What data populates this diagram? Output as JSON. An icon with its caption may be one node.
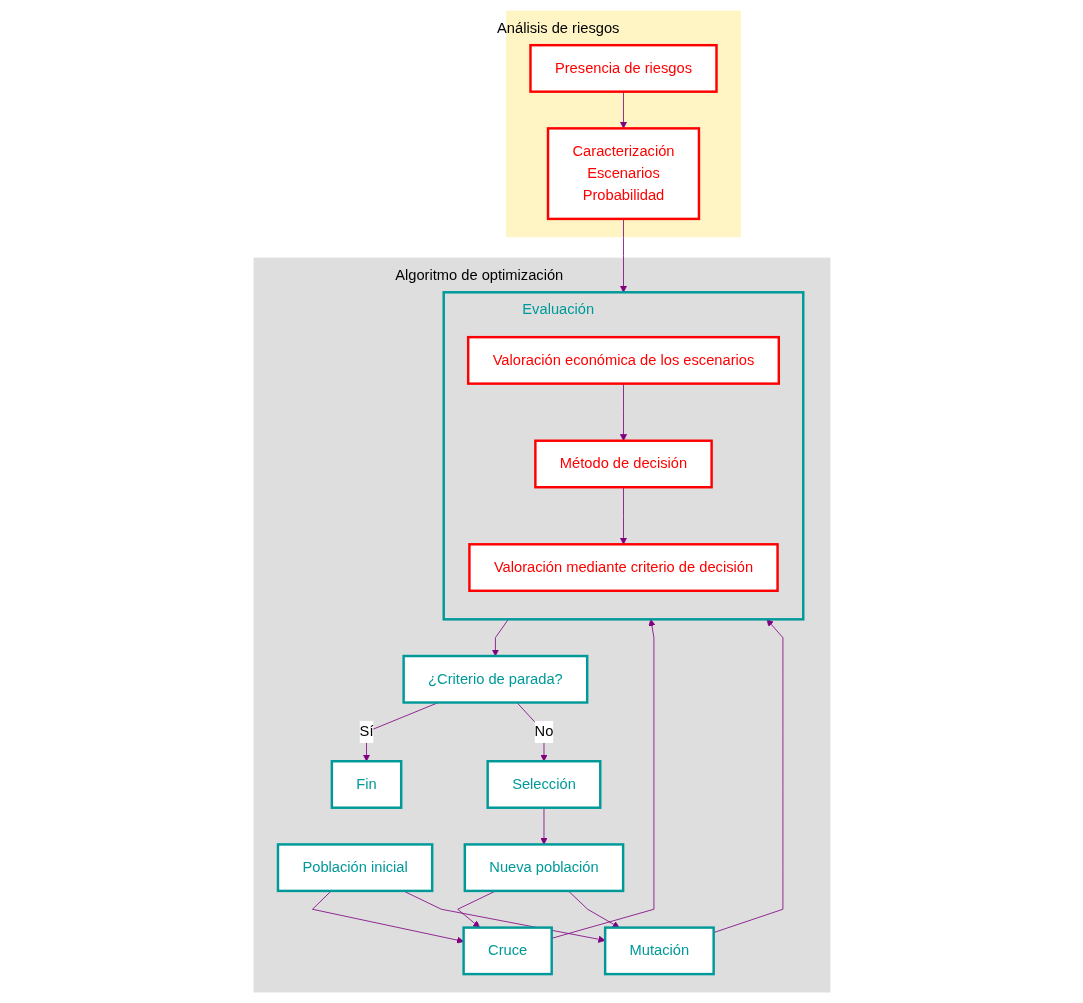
{
  "diagram": {
    "nodes": [
      {
        "text": [
          "Algoritmo de optimización"
        ]
      },
      {
        "text": [
          "Población inicial"
        ],
        "in": 0
      },
      {
        "text": [
          "Cruce"
        ],
        "in": 0
      },
      {
        "text": [
          "Mutación"
        ],
        "in": 0
      },
      {
        "text": [
          "Evaluación"
        ],
        "in": 0
      },
      {
        "text": [
          "Valoración económica de los escenarios"
        ],
        "in": 4
      },
      {
        "text": [
          "Método de decisión"
        ],
        "in": 4
      },
      {
        "text": [
          "Valoración mediante criterio de decisión"
        ],
        "in": 4
      },
      {
        "text": [
          "¿Criterio de parada?"
        ],
        "in": 0
      },
      {
        "text": [
          "Fin"
        ],
        "in": 0
      },
      {
        "text": [
          "Selección"
        ],
        "in": 0
      },
      {
        "text": [
          "Nueva población"
        ],
        "in": 0
      },
      {
        "text": [
          "Análisis de riesgos"
        ]
      },
      {
        "text": [
          "Presencia de riesgos"
        ],
        "in": 12
      },
      {
        "text": [
          "Caracterización",
          "Escenarios",
          "Probabilidad"
        ],
        "in": 12
      }
    ],
    "edges": [
      {
        "from": 1,
        "to": 2,
        "arrow": "to"
      },
      {
        "from": 1,
        "to": 3,
        "arrow": "to"
      },
      {
        "from": 2,
        "to": 4,
        "arrow": "to"
      },
      {
        "from": 3,
        "to": 4,
        "arrow": "to"
      },
      {
        "from": 5,
        "to": 6,
        "arrow": "to"
      },
      {
        "from": 6,
        "to": 7,
        "arrow": "to"
      },
      {
        "from": 4,
        "to": 8,
        "arrow": "to"
      },
      {
        "from": 8,
        "to": 9,
        "arrow": "to",
        "label": "Sí"
      },
      {
        "from": 8,
        "to": 10,
        "arrow": "to",
        "label": "No"
      },
      {
        "from": 10,
        "to": 11,
        "arrow": "to"
      },
      {
        "from": 13,
        "to": 14,
        "arrow": "to"
      },
      {
        "from": 14,
        "to": 4,
        "arrow": "to"
      },
      {
        "from": 11,
        "to": 2,
        "arrow": "to"
      },
      {
        "from": 11,
        "to": 3,
        "arrow": "to"
      }
    ]
  }
}
